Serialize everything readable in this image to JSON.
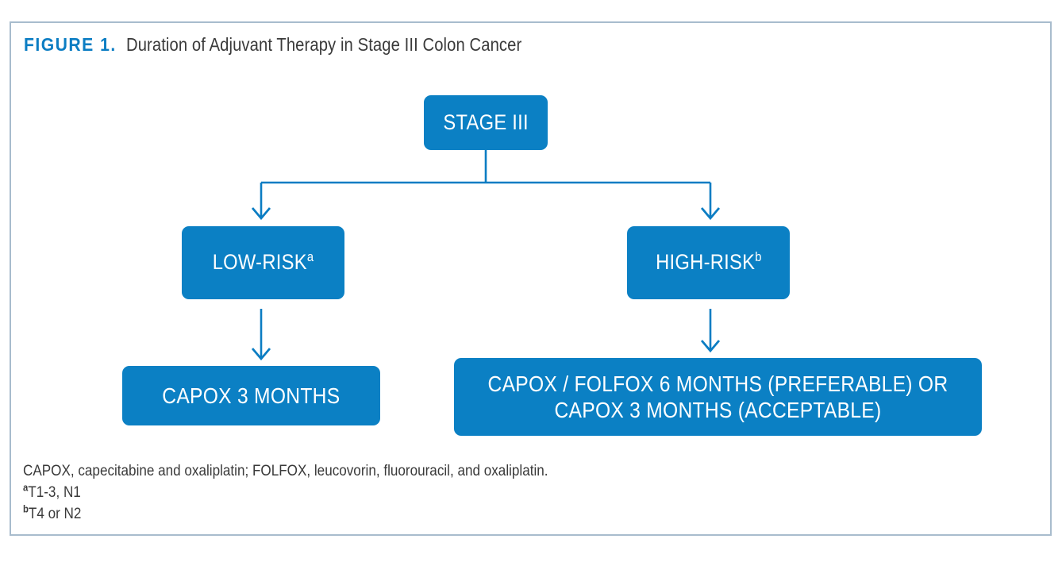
{
  "figure": {
    "label": "FIGURE 1.",
    "title": "Duration of Adjuvant Therapy in Stage III Colon Cancer",
    "frame_border_color": "#a8bccd",
    "accent_color": "#0b7dc3",
    "node_fill_color": "#0b80c4",
    "node_text_color": "#ffffff",
    "connector_color": "#0b7dc3",
    "background_color": "#ffffff"
  },
  "chart_data": {
    "type": "diagram",
    "title": "Duration of Adjuvant Therapy in Stage III Colon Cancer",
    "nodes": [
      {
        "id": "stage3",
        "label": "STAGE III",
        "superscript": "",
        "level": 0
      },
      {
        "id": "low_risk",
        "label": "LOW-RISK",
        "superscript": "a",
        "level": 1
      },
      {
        "id": "high_risk",
        "label": "HIGH-RISK",
        "superscript": "b",
        "level": 1
      },
      {
        "id": "capox3",
        "label": "CAPOX 3 MONTHS",
        "superscript": "",
        "level": 2
      },
      {
        "id": "capox_folfox",
        "label": "CAPOX / FOLFOX 6 MONTHS (PREFERABLE) OR CAPOX 3 MONTHS (ACCEPTABLE)",
        "superscript": "",
        "level": 2
      }
    ],
    "edges": [
      {
        "from": "stage3",
        "to": "low_risk"
      },
      {
        "from": "stage3",
        "to": "high_risk"
      },
      {
        "from": "low_risk",
        "to": "capox3"
      },
      {
        "from": "high_risk",
        "to": "capox_folfox"
      }
    ]
  },
  "nodes": {
    "stage3": {
      "text": "STAGE III"
    },
    "low_risk": {
      "text": "LOW-RISK",
      "superscript": "a"
    },
    "high_risk": {
      "text": "HIGH-RISK",
      "superscript": "b"
    },
    "capox3": {
      "text": "CAPOX 3 MONTHS"
    },
    "capox_folfox": {
      "line1": "CAPOX / FOLFOX 6 MONTHS (PREFERABLE) OR",
      "line2": "CAPOX 3 MONTHS (ACCEPTABLE)"
    }
  },
  "footnotes": {
    "abbreviations": "CAPOX, capecitabine and oxaliplatin; FOLFOX, leucovorin, fluorouracil, and oxaliplatin.",
    "a_marker": "a",
    "a_text": "T1-3, N1",
    "b_marker": "b",
    "b_text": "T4 or N2"
  }
}
